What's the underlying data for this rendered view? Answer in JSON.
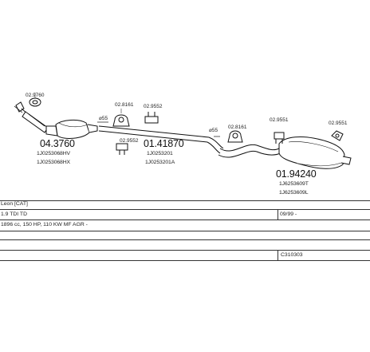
{
  "parts": {
    "p1": {
      "number": "04.3760",
      "refs": [
        "1J0253068HV",
        "1J0253068HX"
      ]
    },
    "p2": {
      "number": "01.41870",
      "refs": [
        "1J0253201",
        "1J0253201A"
      ]
    },
    "p3": {
      "number": "01.94240",
      "refs": [
        "1J6253609T",
        "1J6253609L"
      ]
    }
  },
  "accessories": {
    "a1": "02.9760",
    "a2": "02.8161",
    "a3": "02.9552",
    "a4": "02.9552",
    "a5": "02.8161",
    "a6": "02.9551",
    "a7": "02.9551"
  },
  "diameters": {
    "d1": "⌀55",
    "d2": "⌀55"
  },
  "info": {
    "model": "Leon [CAT]",
    "engine": "1.9 TDI TD",
    "date": "09/99 -",
    "specs": "1896 cc, 150 HP, 110 KW MF AGR -",
    "code": "C310303"
  }
}
